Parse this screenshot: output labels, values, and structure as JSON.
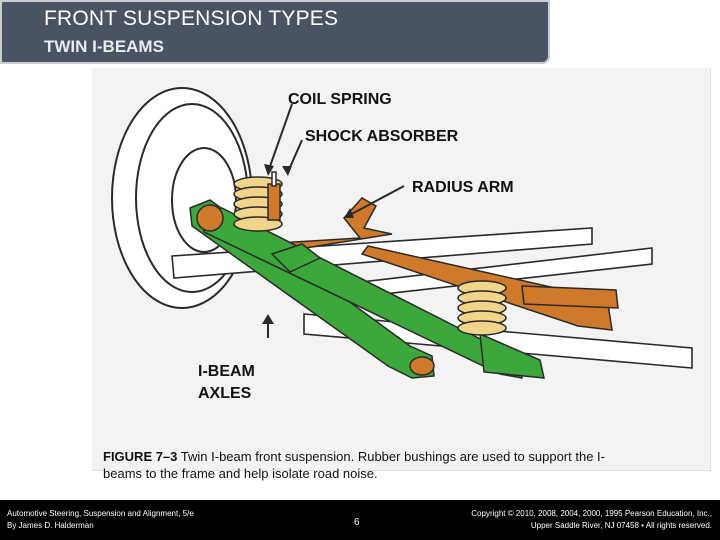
{
  "header": {
    "title": "FRONT SUSPENSION TYPES",
    "subtitle": "TWIN I-BEAMS"
  },
  "diagram": {
    "labels": {
      "coil_spring": "COIL SPRING",
      "shock_absorber": "SHOCK ABSORBER",
      "radius_arm": "RADIUS ARM",
      "i_beam_axles_line1": "I-BEAM",
      "i_beam_axles_line2": "AXLES"
    },
    "colors": {
      "beam_green": "#3ca83c",
      "arm_orange": "#cf7a2a",
      "spring_yellow": "#f0d58a",
      "outline": "#2a2a2a"
    }
  },
  "caption": {
    "figure_label": "FIGURE 7–3",
    "text": " Twin I-beam front suspension. Rubber bushings are used to support the I-beams to the frame and help isolate road noise."
  },
  "footer": {
    "book_line1": "Automotive Steering, Suspension and Alignment, 5/e",
    "book_line2": "By James D. Halderman",
    "page_number": "6",
    "copyright_line1": "Copyright © 2010, 2008, 2004, 2000, 1995 Pearson Education, Inc.,",
    "copyright_line2": "Upper Saddle River, NJ 07458 • All rights reserved."
  }
}
